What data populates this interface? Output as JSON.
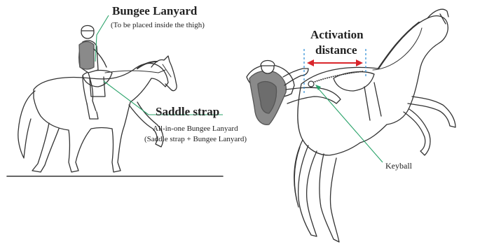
{
  "labels": {
    "bungee_title": "Bungee Lanyard",
    "bungee_sub": "(To be placed inside the thigh)",
    "saddle_title": "Saddle strap",
    "allinone_line1": "All-in-one Bungee Lanyard",
    "allinone_line2": "(Saddle strap + Bungee Lanyard)",
    "activation_line1": "Activation",
    "activation_line2": "distance",
    "keyball": "Keyball"
  },
  "colors": {
    "leader": "#2aa36a",
    "arrow": "#d9262b",
    "dashed": "#2a8bd6",
    "line": "#333333",
    "vest": "#8a8a8a",
    "vest_dark": "#6d6d6d"
  }
}
